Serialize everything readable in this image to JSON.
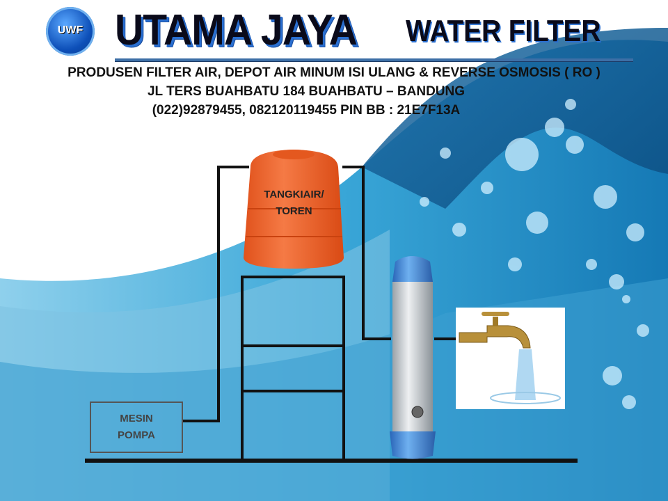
{
  "logo": {
    "text": "UWF"
  },
  "header": {
    "title": "UTAMA JAYA",
    "subtitle": "WATER FILTER",
    "line1": "PRODUSEN FILTER AIR, DEPOT AIR MINUM ISI ULANG & REVERSE OSMOSIS ( RO )",
    "line2": "JL TERS BUAHBATU 184 BUAHBATU – BANDUNG",
    "line3": "(022)92879455, 082120119455  PIN BB : 21E7F13A"
  },
  "diagram": {
    "tank_label_1": "TANGKIAIR/",
    "tank_label_2": "TOREN",
    "pump_label_1": "MESIN",
    "pump_label_2": "POMPA"
  },
  "colors": {
    "tank": "#f0622a",
    "wave": "#1f8fc8",
    "filter_body": "#c8ccd0",
    "filter_caps": "#3f7fd0"
  }
}
